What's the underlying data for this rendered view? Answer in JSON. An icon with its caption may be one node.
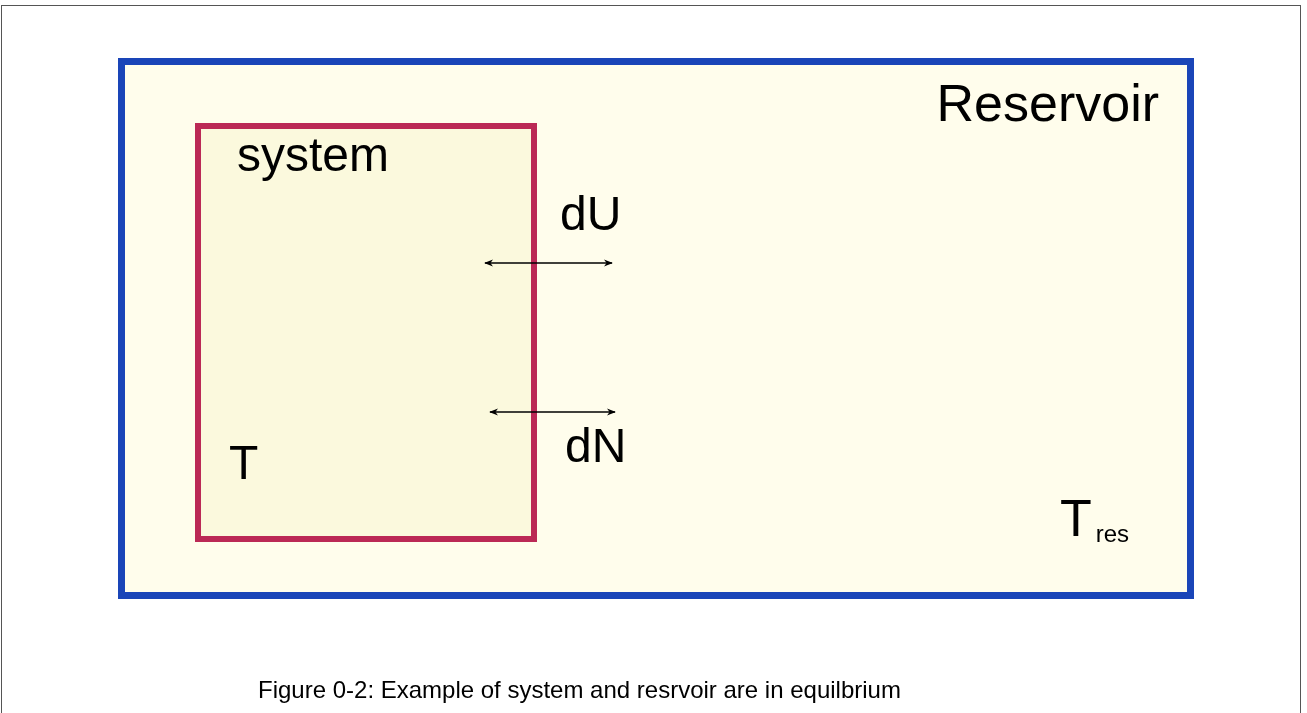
{
  "diagram": {
    "caption": "Figure 0-2: Example of system and resrvoir are in equilbrium",
    "nodes": [
      {
        "text": [
          "Reservoir",
          "T$_{res}$"
        ]
      },
      {
        "text": [
          "system",
          "T"
        ],
        "in": 0
      }
    ],
    "labels": [
      "dU",
      "dN"
    ]
  }
}
